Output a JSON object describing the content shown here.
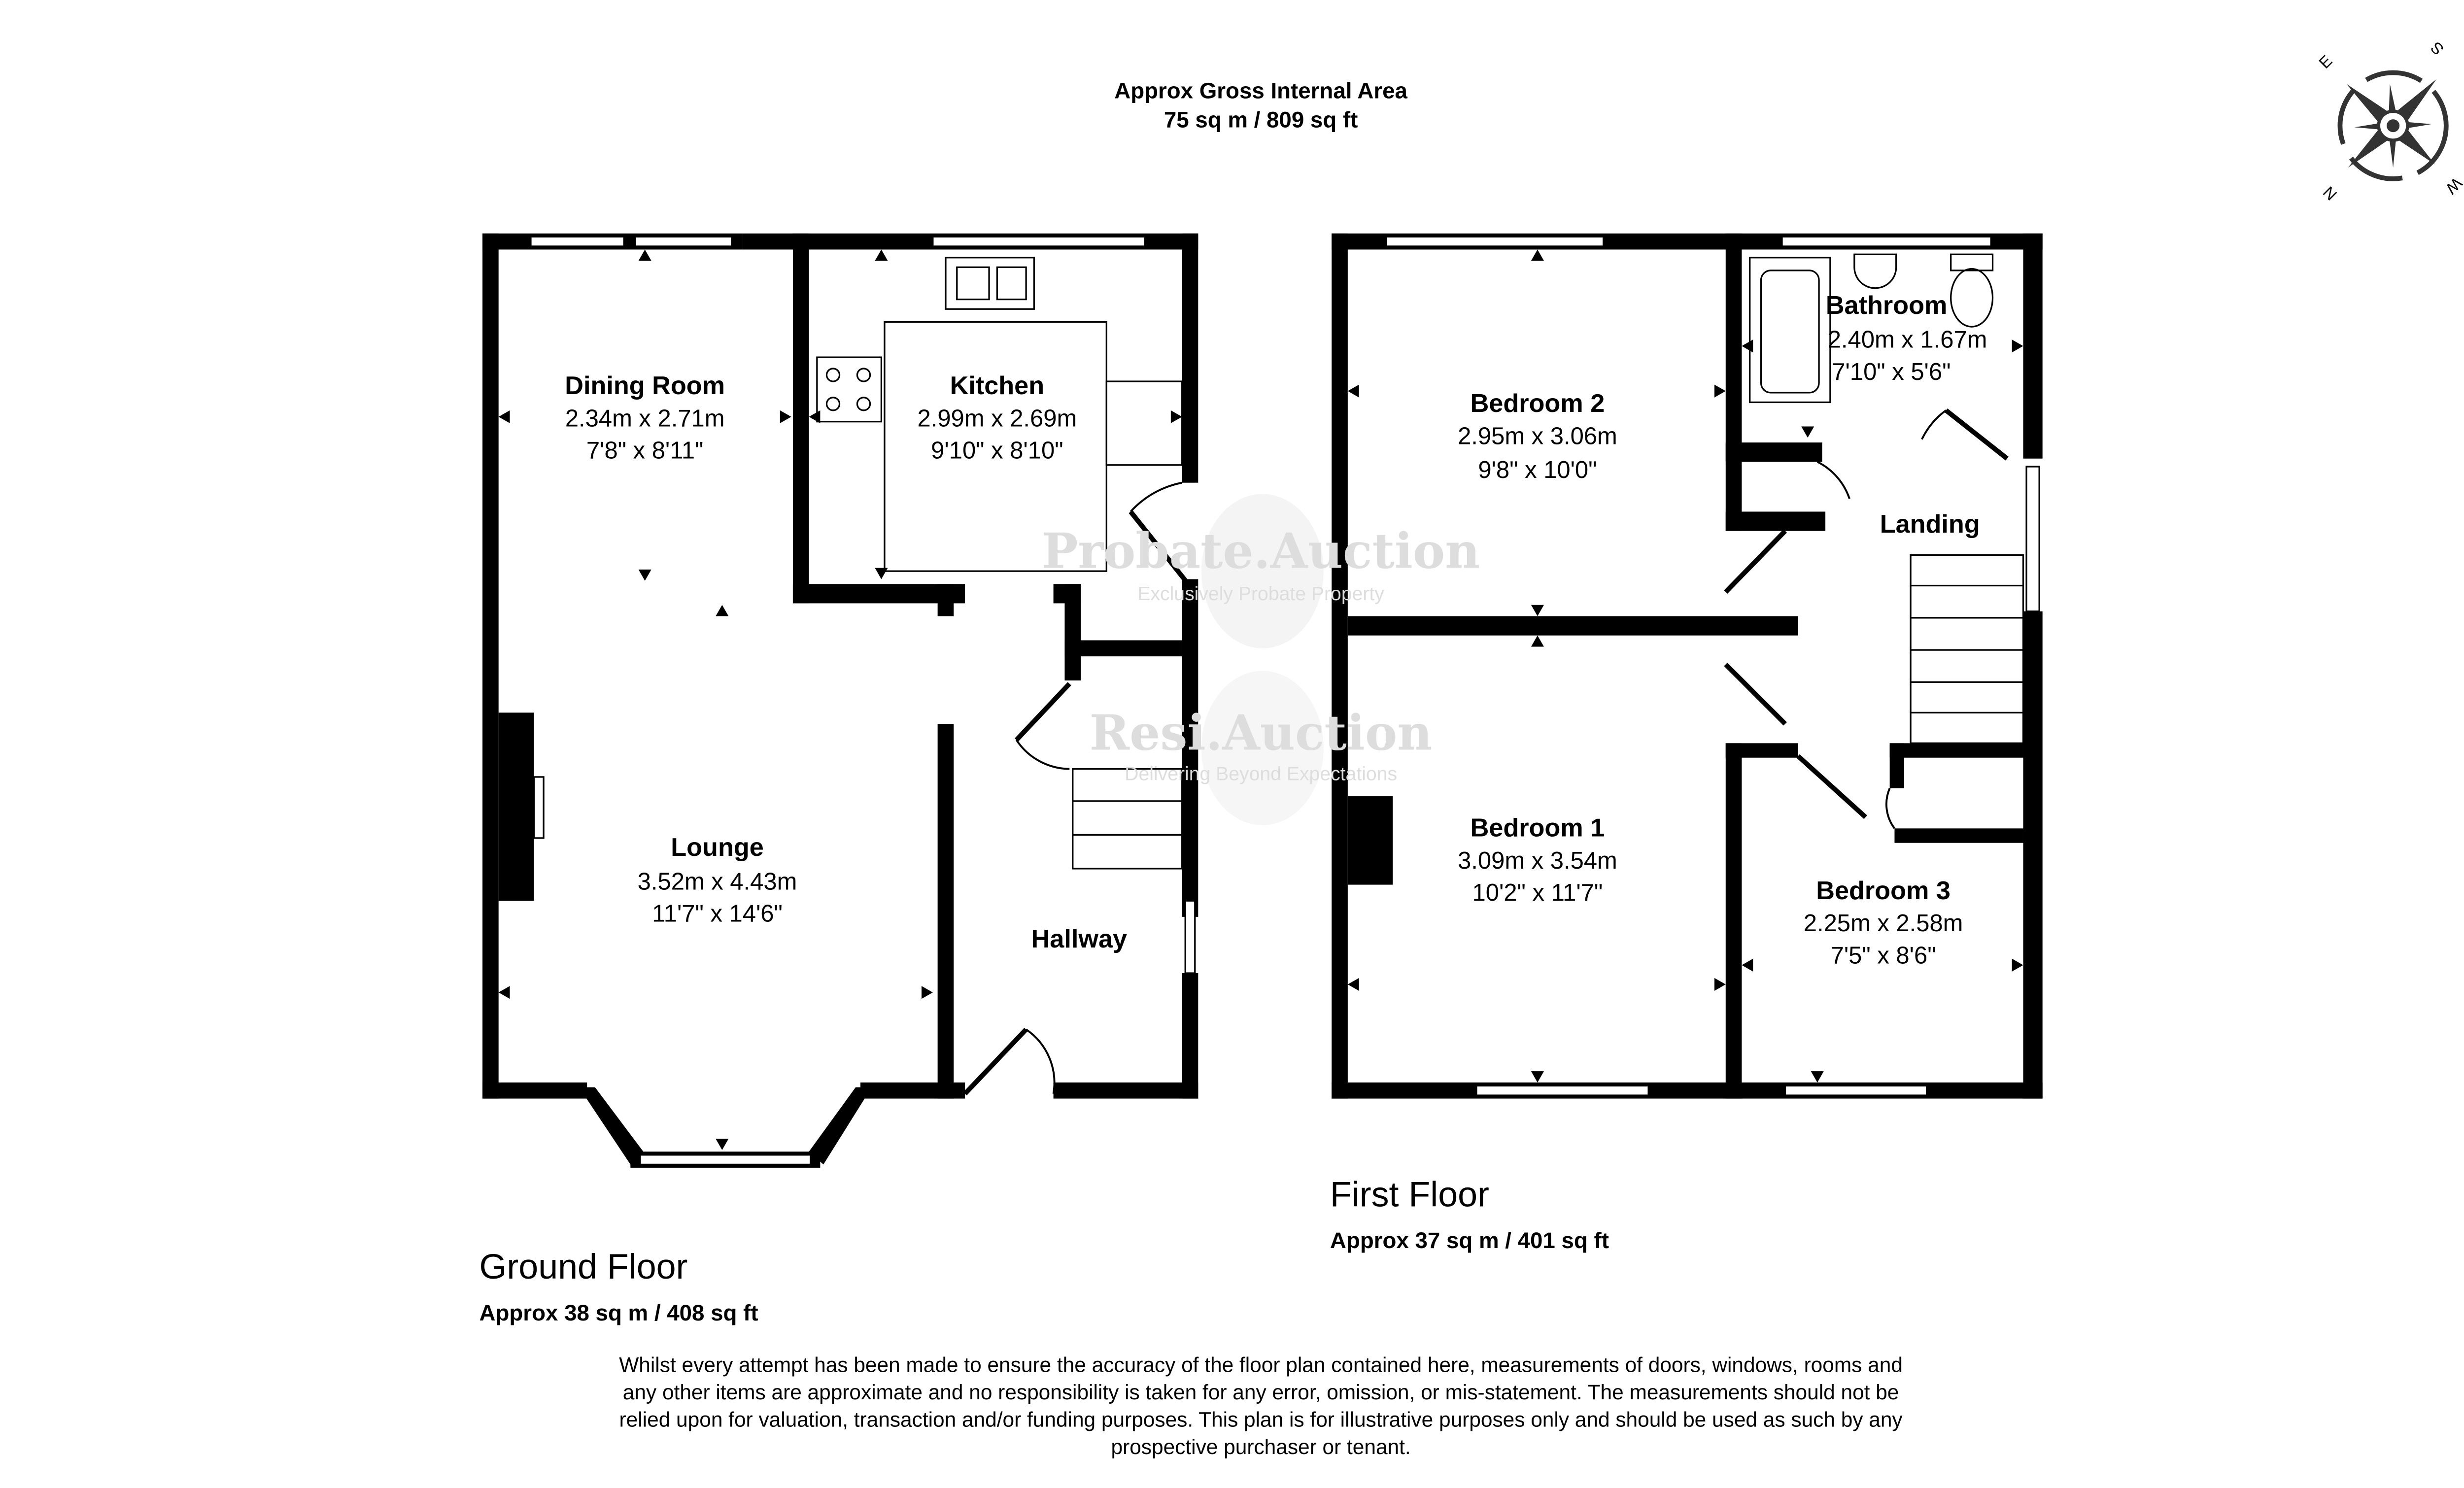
{
  "header": {
    "title": "Approx Gross Internal Area",
    "area": "75 sq m / 809 sq ft"
  },
  "compass": {
    "labels": [
      "E",
      "S",
      "N",
      "W"
    ]
  },
  "watermarks": [
    {
      "name": "Probate.Auction",
      "tagline": "Exclusively Probate Property"
    },
    {
      "name": "Resi.Auction",
      "tagline": "Delivering Beyond Expectations"
    }
  ],
  "ground_floor": {
    "title": "Ground Floor",
    "area": "Approx 38 sq m / 408 sq ft",
    "rooms": {
      "dining": {
        "name": "Dining Room",
        "metric": "2.34m x 2.71m",
        "imperial": "7'8\" x 8'11\""
      },
      "kitchen": {
        "name": "Kitchen",
        "metric": "2.99m x 2.69m",
        "imperial": "9'10\" x 8'10\""
      },
      "lounge": {
        "name": "Lounge",
        "metric": "3.52m x 4.43m",
        "imperial": "11'7\" x 14'6\""
      },
      "hallway": {
        "name": "Hallway"
      }
    }
  },
  "first_floor": {
    "title": "First Floor",
    "area": "Approx 37 sq m / 401 sq ft",
    "rooms": {
      "bedroom2": {
        "name": "Bedroom 2",
        "metric": "2.95m x 3.06m",
        "imperial": "9'8\" x 10'0\""
      },
      "bathroom": {
        "name": "Bathroom",
        "metric": "2.40m x 1.67m",
        "imperial": "7'10\" x 5'6\""
      },
      "landing": {
        "name": "Landing"
      },
      "bedroom1": {
        "name": "Bedroom 1",
        "metric": "3.09m x 3.54m",
        "imperial": "10'2\" x 11'7\""
      },
      "bedroom3": {
        "name": "Bedroom 3",
        "metric": "2.25m x 2.58m",
        "imperial": "7'5\" x 8'6\""
      }
    }
  },
  "disclaimer": [
    "Whilst every attempt has been made to ensure the accuracy of the floor plan contained here, measurements of doors, windows, rooms and",
    "any other items are approximate and no responsibility is taken for any error, omission, or mis-statement. The measurements should not be",
    "relied upon for valuation, transaction and/or funding purposes. This plan is for illustrative purposes only and should be used as such by any",
    "prospective purchaser or tenant."
  ]
}
